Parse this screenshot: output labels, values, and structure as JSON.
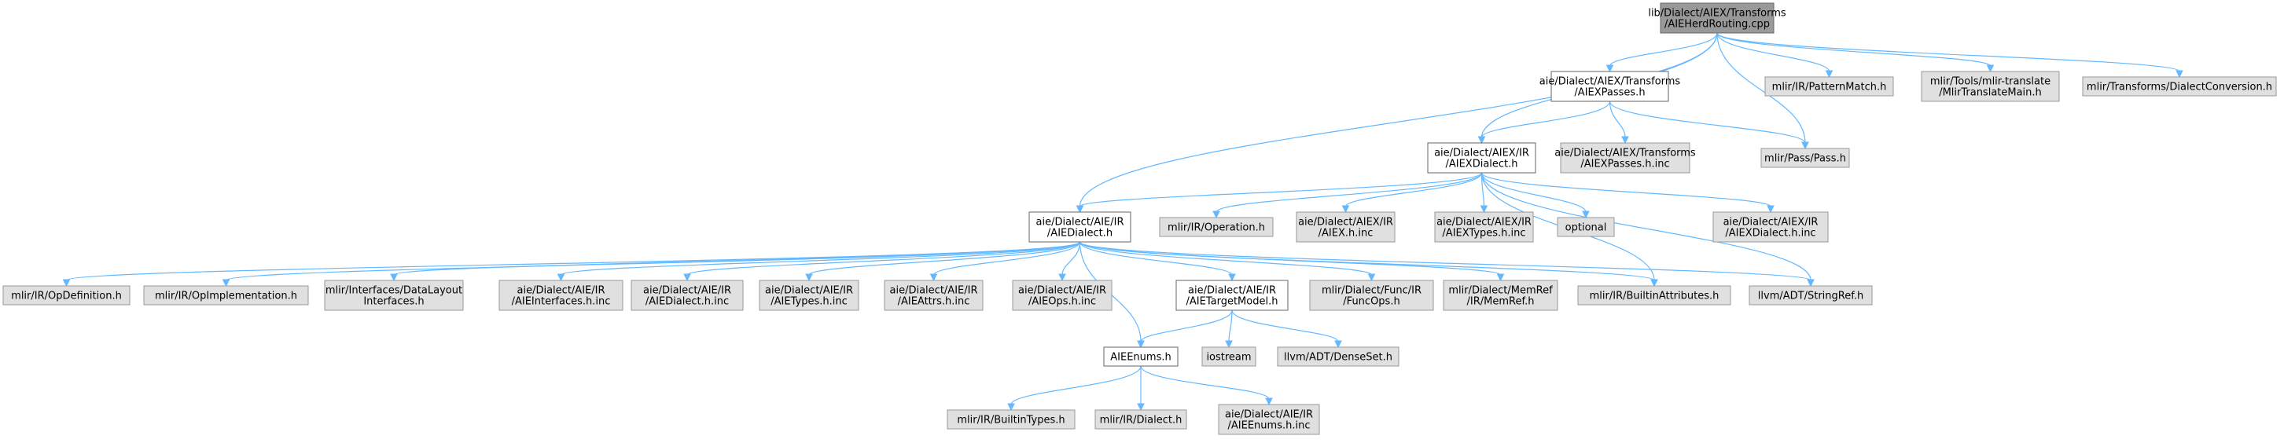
{
  "colors": {
    "root_fill": "#999999",
    "root_stroke": "#666666",
    "doc_fill": "#ffffff",
    "doc_stroke": "#666666",
    "ext_fill": "#e0e0e0",
    "ext_stroke": "#999999",
    "edge": "#63B8FF"
  },
  "nodes": [
    {
      "id": "root",
      "kind": "root",
      "lines": [
        "lib/Dialect/AIEX/Transforms",
        "/AIEHerdRouting.cpp"
      ]
    },
    {
      "id": "aiexpasses",
      "kind": "doc",
      "lines": [
        "aie/Dialect/AIEX/Transforms",
        "/AIEXPasses.h"
      ]
    },
    {
      "id": "patternmatch",
      "kind": "ext",
      "lines": [
        "mlir/IR/PatternMatch.h"
      ]
    },
    {
      "id": "mlirtranslate",
      "kind": "ext",
      "lines": [
        "mlir/Tools/mlir-translate",
        "/MlirTranslateMain.h"
      ]
    },
    {
      "id": "dialectconversion",
      "kind": "ext",
      "lines": [
        "mlir/Transforms/DialectConversion.h"
      ]
    },
    {
      "id": "aiexdialect",
      "kind": "doc",
      "lines": [
        "aie/Dialect/AIEX/IR",
        "/AIEXDialect.h"
      ]
    },
    {
      "id": "aiexpassesinc",
      "kind": "ext",
      "lines": [
        "aie/Dialect/AIEX/Transforms",
        "/AIEXPasses.h.inc"
      ]
    },
    {
      "id": "pass",
      "kind": "ext",
      "lines": [
        "mlir/Pass/Pass.h"
      ]
    },
    {
      "id": "aiedialect",
      "kind": "doc",
      "lines": [
        "aie/Dialect/AIE/IR",
        "/AIEDialect.h"
      ]
    },
    {
      "id": "operation",
      "kind": "ext",
      "lines": [
        "mlir/IR/Operation.h"
      ]
    },
    {
      "id": "aiexhinc",
      "kind": "ext",
      "lines": [
        "aie/Dialect/AIEX/IR",
        "/AIEX.h.inc"
      ]
    },
    {
      "id": "aiextypes",
      "kind": "ext",
      "lines": [
        "aie/Dialect/AIEX/IR",
        "/AIEXTypes.h.inc"
      ]
    },
    {
      "id": "optional",
      "kind": "ext",
      "lines": [
        "optional"
      ]
    },
    {
      "id": "aiexdialectinc",
      "kind": "ext",
      "lines": [
        "aie/Dialect/AIEX/IR",
        "/AIEXDialect.h.inc"
      ]
    },
    {
      "id": "opdefinition",
      "kind": "ext",
      "lines": [
        "mlir/IR/OpDefinition.h"
      ]
    },
    {
      "id": "opimplementation",
      "kind": "ext",
      "lines": [
        "mlir/IR/OpImplementation.h"
      ]
    },
    {
      "id": "datalayout",
      "kind": "ext",
      "lines": [
        "mlir/Interfaces/DataLayout",
        "Interfaces.h"
      ]
    },
    {
      "id": "aieinterfaces",
      "kind": "ext",
      "lines": [
        "aie/Dialect/AIE/IR",
        "/AIEInterfaces.h.inc"
      ]
    },
    {
      "id": "aiedialectinc",
      "kind": "ext",
      "lines": [
        "aie/Dialect/AIE/IR",
        "/AIEDialect.h.inc"
      ]
    },
    {
      "id": "aietypes",
      "kind": "ext",
      "lines": [
        "aie/Dialect/AIE/IR",
        "/AIETypes.h.inc"
      ]
    },
    {
      "id": "aieattrs",
      "kind": "ext",
      "lines": [
        "aie/Dialect/AIE/IR",
        "/AIEAttrs.h.inc"
      ]
    },
    {
      "id": "aieops",
      "kind": "ext",
      "lines": [
        "aie/Dialect/AIE/IR",
        "/AIEOps.h.inc"
      ]
    },
    {
      "id": "aietargetmodel",
      "kind": "doc",
      "lines": [
        "aie/Dialect/AIE/IR",
        "/AIETargetModel.h"
      ]
    },
    {
      "id": "funcops",
      "kind": "ext",
      "lines": [
        "mlir/Dialect/Func/IR",
        "/FuncOps.h"
      ]
    },
    {
      "id": "memref",
      "kind": "ext",
      "lines": [
        "mlir/Dialect/MemRef",
        "/IR/MemRef.h"
      ]
    },
    {
      "id": "builtinattrs",
      "kind": "ext",
      "lines": [
        "mlir/IR/BuiltinAttributes.h"
      ]
    },
    {
      "id": "stringref",
      "kind": "ext",
      "lines": [
        "llvm/ADT/StringRef.h"
      ]
    },
    {
      "id": "aieenums",
      "kind": "doc",
      "lines": [
        "AIEEnums.h"
      ]
    },
    {
      "id": "iostream",
      "kind": "ext",
      "lines": [
        "iostream"
      ]
    },
    {
      "id": "denseset",
      "kind": "ext",
      "lines": [
        "llvm/ADT/DenseSet.h"
      ]
    },
    {
      "id": "builtintypes",
      "kind": "ext",
      "lines": [
        "mlir/IR/BuiltinTypes.h"
      ]
    },
    {
      "id": "dialect",
      "kind": "ext",
      "lines": [
        "mlir/IR/Dialect.h"
      ]
    },
    {
      "id": "aieenumsinc",
      "kind": "ext",
      "lines": [
        "aie/Dialect/AIE/IR",
        "/AIEEnums.h.inc"
      ]
    }
  ],
  "edges": [
    [
      "root",
      "aiexpasses"
    ],
    [
      "root",
      "patternmatch"
    ],
    [
      "root",
      "mlirtranslate"
    ],
    [
      "root",
      "dialectconversion"
    ],
    [
      "root",
      "pass"
    ],
    [
      "root",
      "aiexdialect"
    ],
    [
      "root",
      "aiedialect"
    ],
    [
      "aiexpasses",
      "aiexdialect"
    ],
    [
      "aiexpasses",
      "aiexpassesinc"
    ],
    [
      "aiexpasses",
      "pass"
    ],
    [
      "aiexdialect",
      "aiedialect"
    ],
    [
      "aiexdialect",
      "operation"
    ],
    [
      "aiexdialect",
      "aiexhinc"
    ],
    [
      "aiexdialect",
      "aiextypes"
    ],
    [
      "aiexdialect",
      "optional"
    ],
    [
      "aiexdialect",
      "aiexdialectinc"
    ],
    [
      "aiexdialect",
      "builtinattrs"
    ],
    [
      "aiexdialect",
      "stringref"
    ],
    [
      "aiedialect",
      "opdefinition"
    ],
    [
      "aiedialect",
      "opimplementation"
    ],
    [
      "aiedialect",
      "datalayout"
    ],
    [
      "aiedialect",
      "aieinterfaces"
    ],
    [
      "aiedialect",
      "aiedialectinc"
    ],
    [
      "aiedialect",
      "aietypes"
    ],
    [
      "aiedialect",
      "aieattrs"
    ],
    [
      "aiedialect",
      "aieops"
    ],
    [
      "aiedialect",
      "aietargetmodel"
    ],
    [
      "aiedialect",
      "funcops"
    ],
    [
      "aiedialect",
      "memref"
    ],
    [
      "aiedialect",
      "builtinattrs"
    ],
    [
      "aiedialect",
      "stringref"
    ],
    [
      "aiedialect",
      "aieenums"
    ],
    [
      "aietargetmodel",
      "aieenums"
    ],
    [
      "aietargetmodel",
      "iostream"
    ],
    [
      "aietargetmodel",
      "denseset"
    ],
    [
      "aieenums",
      "builtintypes"
    ],
    [
      "aieenums",
      "dialect"
    ],
    [
      "aieenums",
      "aieenumsinc"
    ]
  ]
}
